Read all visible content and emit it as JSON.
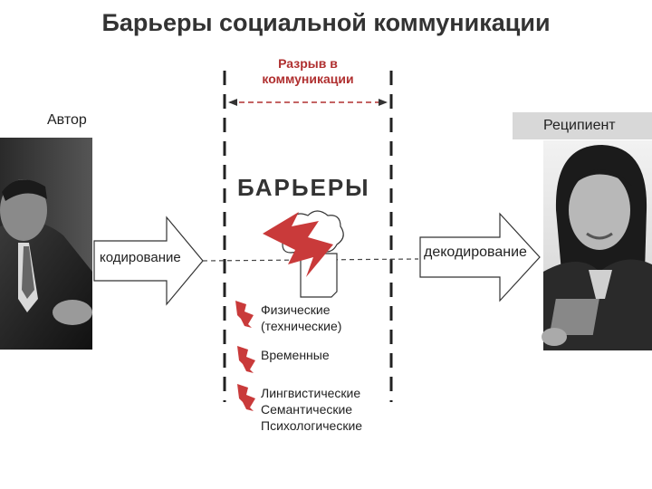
{
  "title": "Барьеры  социальной коммуникации",
  "gap": {
    "line1": "Разрыв в",
    "line2": "коммуникации"
  },
  "author_label": "Автор",
  "recipient_label": "Реципиент",
  "barriers_label": "БАРЬЕРЫ",
  "encoding_label": "кодирование",
  "decoding_label": "декодирование",
  "categories": [
    {
      "line1": "Физические",
      "line2": "(технические)"
    },
    {
      "line1": "Временные"
    },
    {
      "line1": "Лингвистические",
      "line2": "Семантические",
      "line3": "Психологические"
    }
  ],
  "colors": {
    "accent": "#b03030",
    "lightning": "#c93a3a",
    "box": "#d8d8d8"
  }
}
